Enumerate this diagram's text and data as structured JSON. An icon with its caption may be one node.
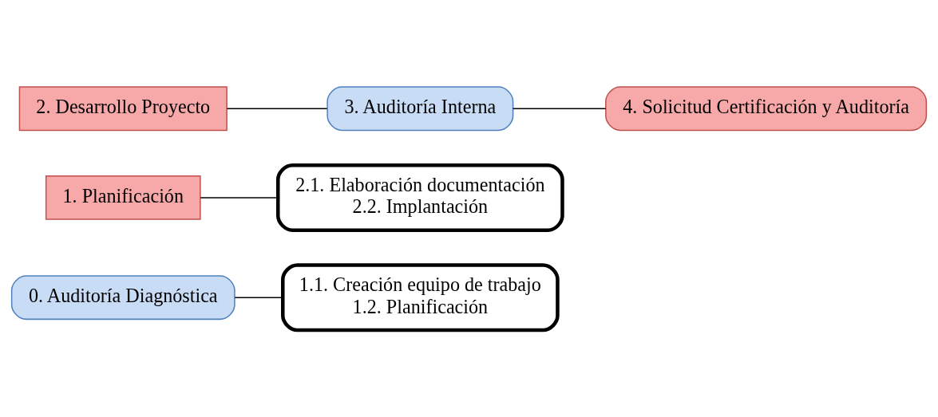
{
  "diagram": {
    "nodes": [
      {
        "text": [
          "0. Auditoría Diagnóstica"
        ]
      },
      {
        "text": [
          "1. Planificación"
        ]
      },
      {
        "text": [
          "1.1. Creación equipo de trabajo",
          "1.2. Planificación"
        ]
      },
      {
        "text": [
          "2.1. Elaboración documentación",
          "2.2. Implantación"
        ]
      },
      {
        "text": [
          "2. Desarrollo Proyecto"
        ]
      },
      {
        "text": [
          "3. Auditoría Interna"
        ]
      },
      {
        "text": [
          "4. Solicitud Certificación y Auditoría"
        ]
      }
    ],
    "edges": [
      {
        "from": 0,
        "to": 2,
        "arrow": "none"
      },
      {
        "from": 1,
        "to": 3,
        "arrow": "none"
      },
      {
        "from": 4,
        "to": 5,
        "arrow": "none"
      },
      {
        "from": 5,
        "to": 6,
        "arrow": "none"
      }
    ]
  }
}
